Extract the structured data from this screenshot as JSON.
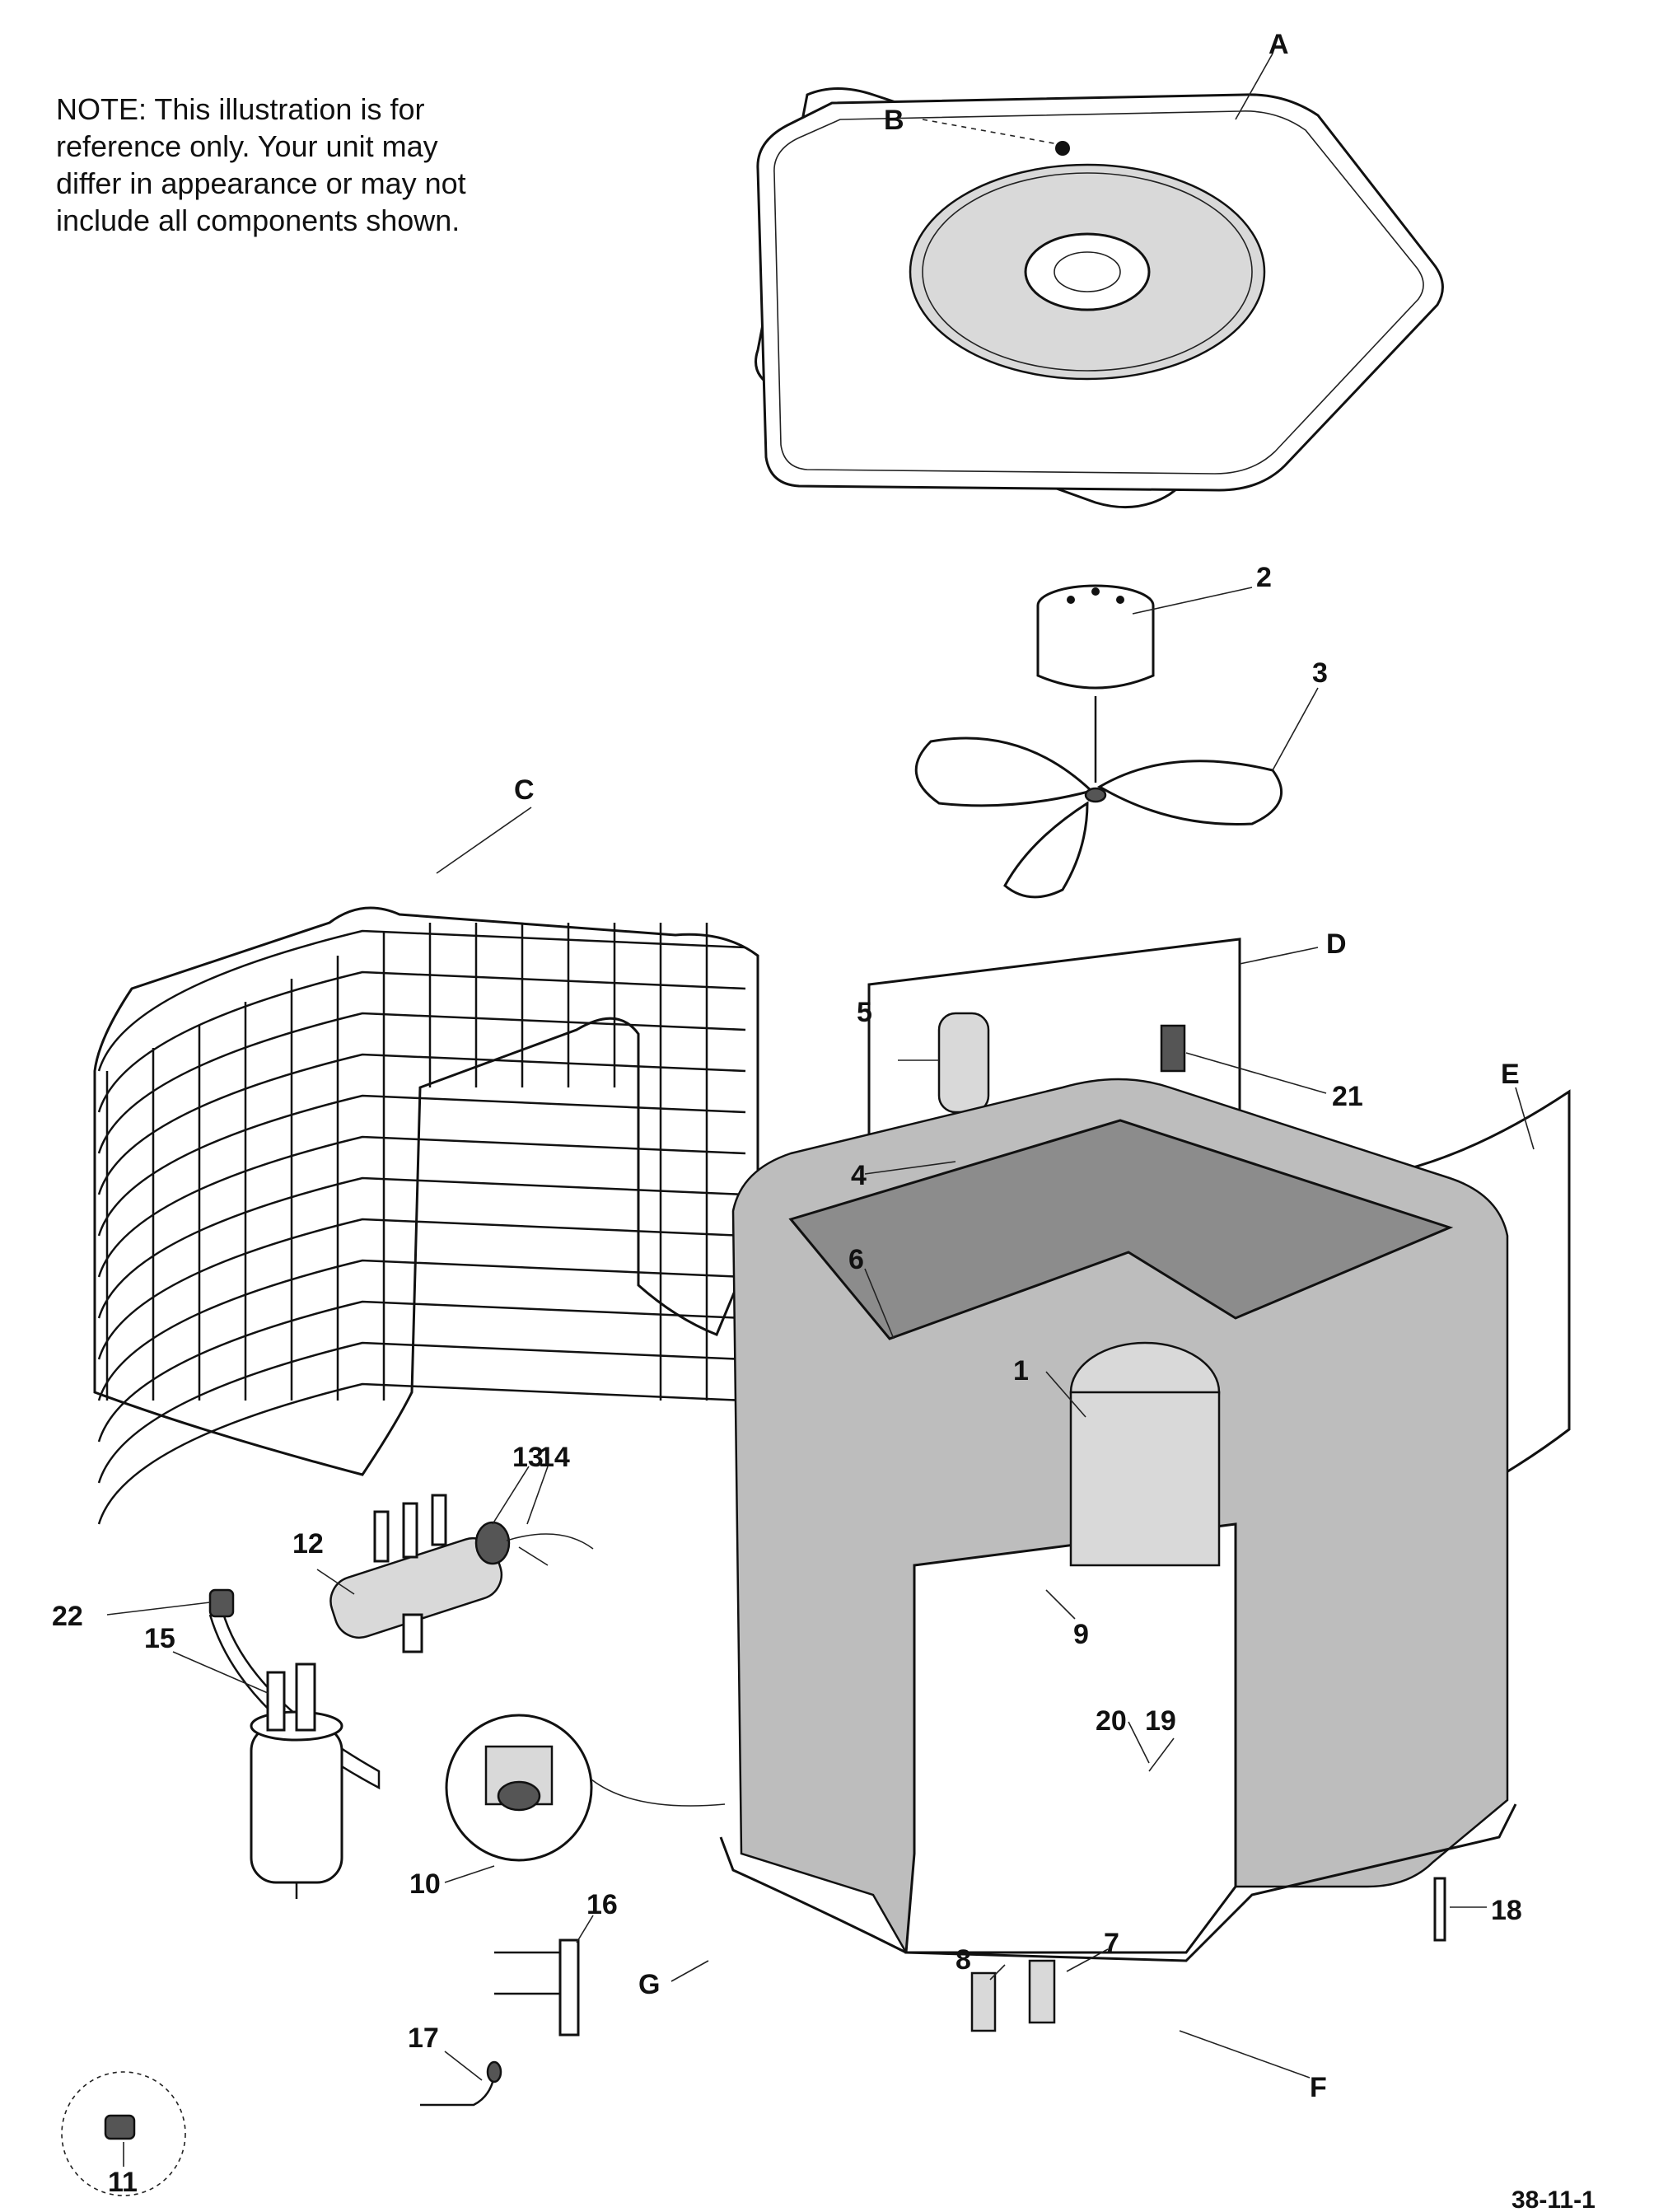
{
  "note": {
    "lines": [
      "NOTE:      This illustration is for",
      "reference only.    Your unit may",
      "differ in appearance or may not",
      "include all components shown."
    ]
  },
  "callouts": {
    "A": "A",
    "B": "B",
    "C": "C",
    "D": "D",
    "E": "E",
    "F": "F",
    "G": "G",
    "n1": "1",
    "n2": "2",
    "n3": "3",
    "n4": "4",
    "n5": "5",
    "n6": "6",
    "n7": "7",
    "n8": "8",
    "n9": "9",
    "n10": "10",
    "n11": "11",
    "n12": "12",
    "n13": "13",
    "n14": "14",
    "n15": "15",
    "n16": "16",
    "n17": "17",
    "n18": "18",
    "n19": "19",
    "n20": "20",
    "n21": "21",
    "n22": "22"
  },
  "figure_number": "38-11-1"
}
